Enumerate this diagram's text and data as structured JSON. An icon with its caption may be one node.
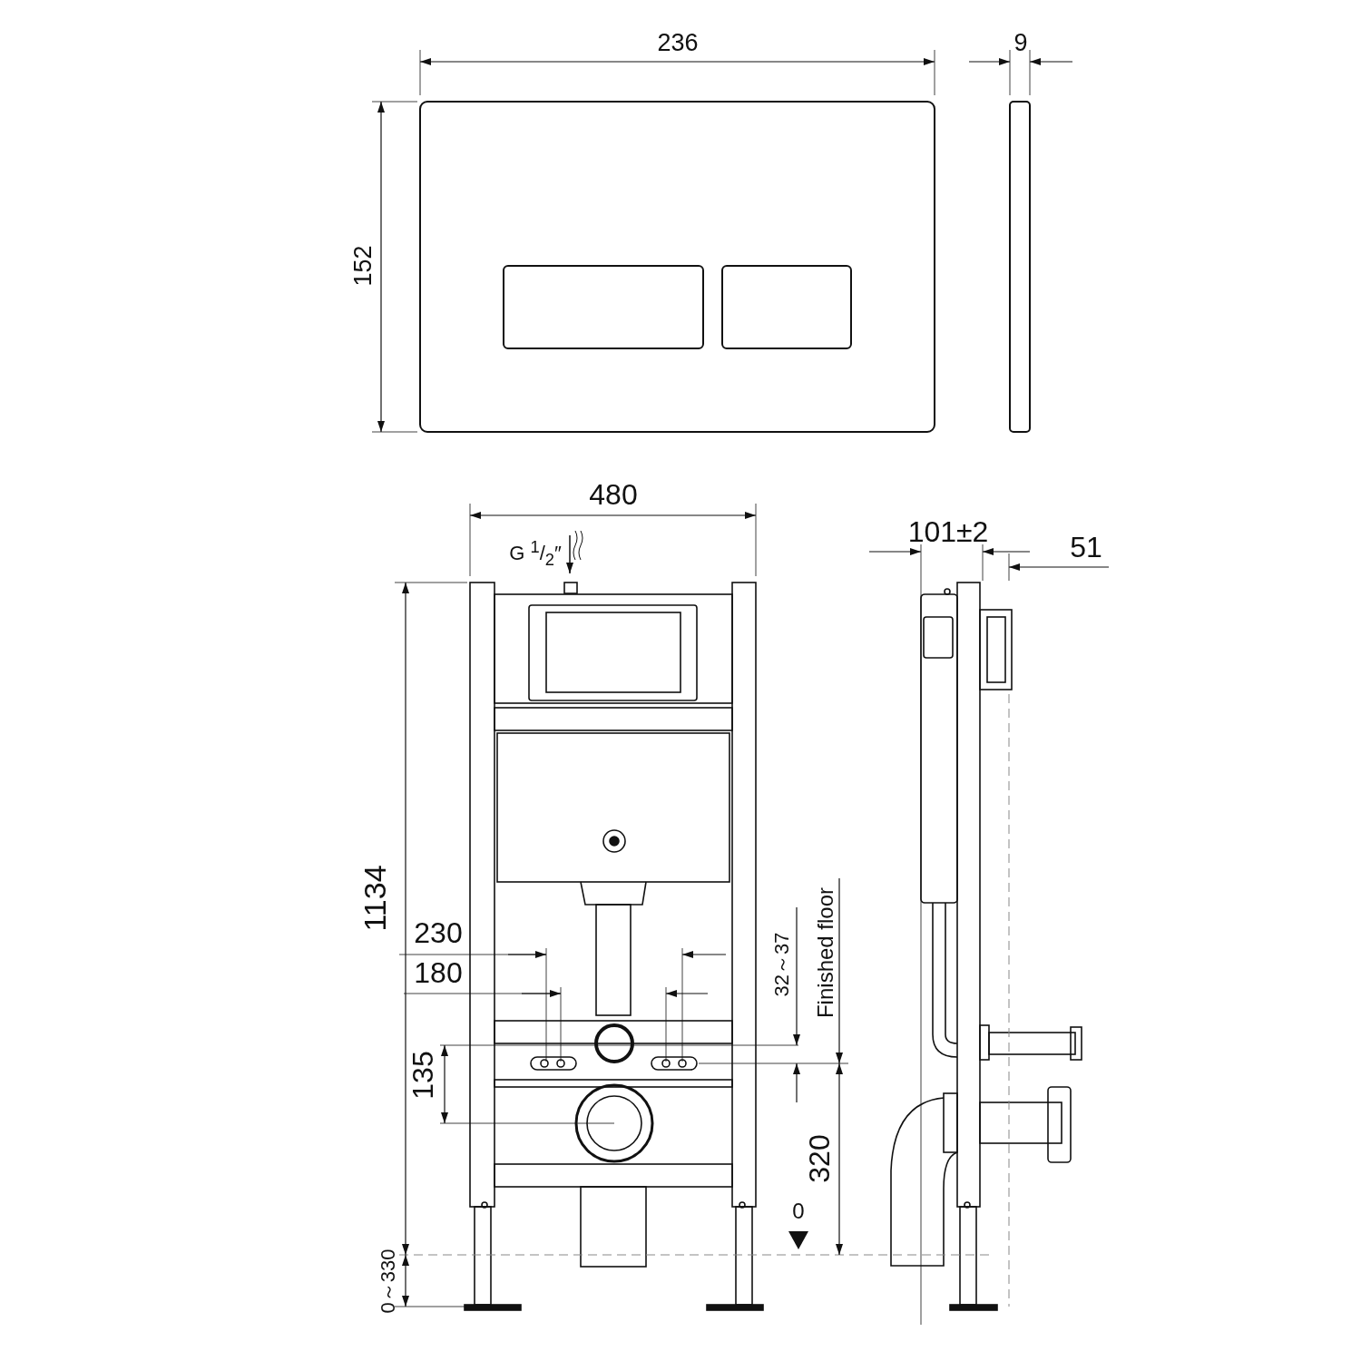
{
  "diagram": {
    "labels": [
      "236",
      "9",
      "152",
      "480",
      "G $^{1}$/$_{2}$″",
      "101±2",
      "51",
      "1134",
      "230",
      "180",
      "32～37",
      "Finished floor",
      "135",
      "320",
      "0",
      "0～330"
    ]
  }
}
